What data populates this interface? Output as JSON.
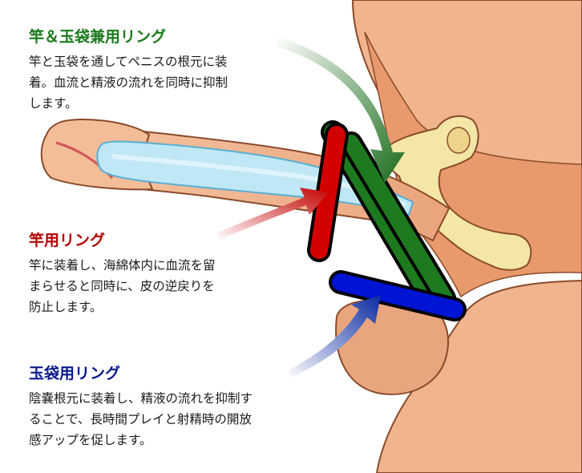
{
  "colors": {
    "skin": "#efb08a",
    "skin_dark": "#d98f67",
    "outline": "#8a4a2a",
    "bone": "#f3e6a6",
    "implant": "#bfe7f5",
    "ring_shaft": "#d40000",
    "ring_combo": "#1e7a1e",
    "ring_scrotal": "#0014d4",
    "title_combo": "#1a7a1a",
    "title_shaft": "#b30000",
    "title_scrotal": "#0a1a8c"
  },
  "labels": {
    "combo": {
      "title": "竿＆玉袋兼用リング",
      "lines": [
        "竿と玉袋を通してペニスの根元に装",
        "着。血流と精液の流れを同時に抑制",
        "します。"
      ]
    },
    "shaft": {
      "title": "竿用リング",
      "lines": [
        "竿に装着し、海綿体内に血流を留",
        "まらせると同時に、皮の逆戻りを",
        "防止します。"
      ]
    },
    "scrotal": {
      "title": "玉袋用リング",
      "lines": [
        "陰嚢根元に装着し、精液の流れを抑制す",
        "ることで、長時間プレイと射精時の開放",
        "感アップを促します。"
      ]
    }
  }
}
